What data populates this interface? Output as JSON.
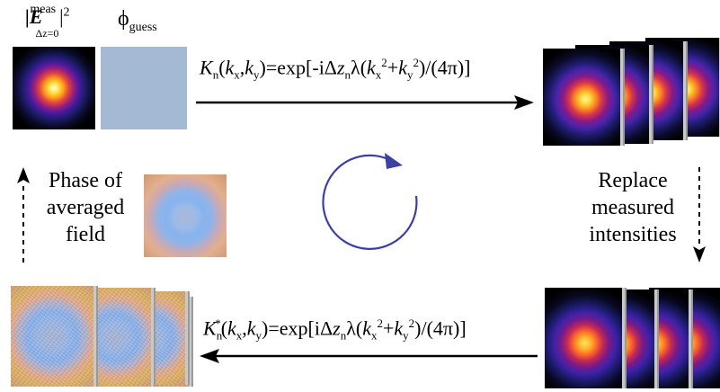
{
  "labels": {
    "measured_intensity_main": "|E",
    "measured_intensity_sup": "meas",
    "measured_intensity_sub": "Δz=0",
    "measured_intensity_tail": "|",
    "measured_intensity_power": "2",
    "phi_guess_symbol": "ϕ",
    "phi_guess_sub": "guess",
    "replace_line1": "Replace",
    "replace_line2": "measured",
    "replace_line3": "intensities",
    "phase_line1": "Phase of",
    "phase_line2": "averaged",
    "phase_line3": "field"
  },
  "equations": {
    "forward": {
      "K": "K",
      "n_sub": "n",
      "args_open": "(",
      "kx": "k",
      "x_sub": "x",
      "comma": ",",
      "ky": "k",
      "y_sub": "y",
      "mid": ")=exp[-iΔ",
      "z": "z",
      "zn_sub": "n",
      "lambda": "λ(",
      "kx2": "k",
      "kx2_sub": "x",
      "sq1": "2",
      "plus": "+",
      "ky2": "k",
      "ky2_sub": "y",
      "sq2": "2",
      "tail": ")/(4π)]"
    },
    "backward": {
      "K": "K",
      "n_sub": "n",
      "star": "*",
      "args_open": "(",
      "kx": "k",
      "x_sub": "x",
      "comma": ",",
      "ky": "k",
      "y_sub": "y",
      "mid": ")=exp[iΔ",
      "z": "z",
      "zn_sub": "n",
      "lambda": "λ(",
      "kx2": "k",
      "kx2_sub": "x",
      "sq1": "2",
      "plus": "+",
      "ky2": "k",
      "ky2_sub": "y",
      "sq2": "2",
      "tail": ")/(4π)]"
    }
  },
  "colors": {
    "cycle_arrow": "#3b3fa8",
    "arrow": "#000000",
    "guess_fill": "#a3b9d4"
  }
}
